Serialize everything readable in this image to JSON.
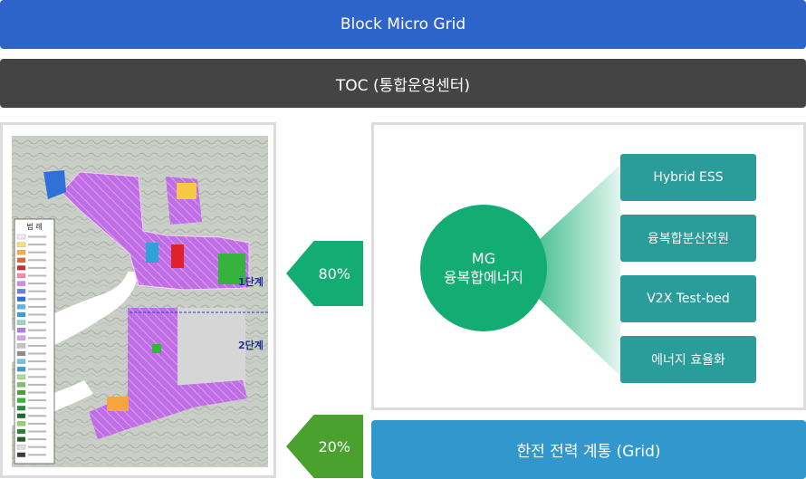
{
  "header": {
    "title": "Block Micro Grid"
  },
  "toc": {
    "label": "TOC (통합운영센터)"
  },
  "map": {
    "legend_title": "범    례",
    "phase1_label": "1단계",
    "phase2_label": "2단계"
  },
  "arrows": {
    "mg_share": "80%",
    "grid_share": "20%"
  },
  "mg": {
    "title": "MG",
    "subtitle": "융복합에너지",
    "items": [
      "Hybrid ESS",
      "융복합분산전원",
      "V2X Test-bed",
      "에너지 효율화"
    ]
  },
  "grid": {
    "label": "한전 전력 계통 (Grid)"
  },
  "colors": {
    "header_blue": "#2e63c9",
    "toc_gray": "#444444",
    "mg_green": "#13ad74",
    "item_teal": "#2a9d9b",
    "grid_blue": "#3197cd",
    "grid_arrow_green": "#4aa12e"
  }
}
